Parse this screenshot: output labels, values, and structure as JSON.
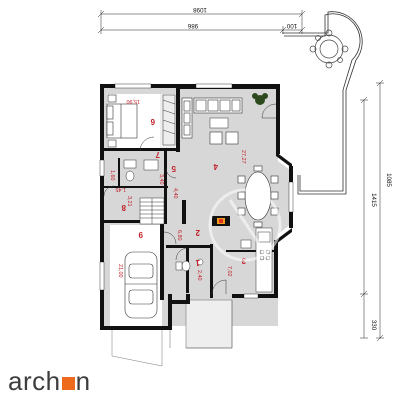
{
  "dimensions": {
    "top_total": "1098",
    "top_left": "986",
    "top_right": "100",
    "right_outer": "1415",
    "right_inner": "1085",
    "right_bottom": "330"
  },
  "rooms": [
    {
      "number": "6",
      "area": "15,90"
    },
    {
      "number": "7",
      "area": "3,40"
    },
    {
      "number": "5",
      "area": "4,40"
    },
    {
      "number": "4",
      "area": "27,27"
    },
    {
      "number": "8",
      "area": "3,21"
    },
    {
      "number": "9",
      "area": "21,00"
    },
    {
      "number": "2",
      "area": "6,80"
    },
    {
      "number": "1",
      "area": "2,40"
    },
    {
      "number": "3",
      "area": "7,02"
    },
    {
      "number": "",
      "area": "1,60"
    },
    {
      "number": "",
      "area": "1,45"
    }
  ],
  "brand": {
    "name_before": "arch",
    "name_after": "n",
    "accent_color": "#ee6a1d",
    "wall_color": "#111111",
    "floor_color": "#d7d7d7",
    "room_label_color": "#c0202a"
  }
}
